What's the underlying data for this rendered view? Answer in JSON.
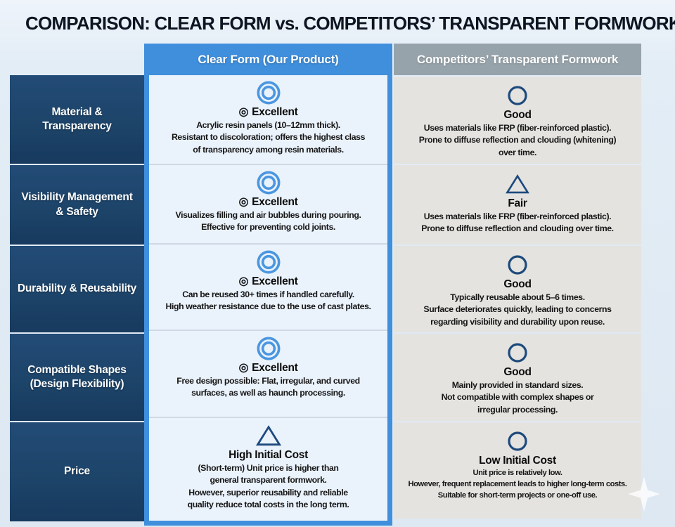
{
  "title": "COMPARISON: CLEAR FORM vs. COMPETITORS’ TRANSPARENT FORMWORK",
  "columns": {
    "clear_form_header": "Clear Form (Our Product)",
    "competitor_header": "Competitors’ Transparent Formwork"
  },
  "colors": {
    "clear_form_accent": "#3f8fdd",
    "competitor_header_bg": "#97a3ab",
    "criteria_bg": "#1d4469",
    "clear_cell_bg": "#eaf2fb",
    "competitor_cell_bg": "#e4e3e0",
    "excellent_icon": "#4a96e0",
    "neutral_icon": "#1d4a7c"
  },
  "icons": {
    "double_circle": "excellent — double circle (◎)",
    "circle": "good — single circle (○)",
    "triangle": "fair / caution — triangle (△)"
  },
  "rows": [
    {
      "criterion": [
        "Material &",
        "Transparency"
      ],
      "clear": {
        "icon": "double-circle",
        "rating_glyph": "◎",
        "rating": "Excellent",
        "desc": [
          "Acrylic resin panels (10–12mm thick).",
          "Resistant to discoloration; offers the highest class",
          "of transparency among resin materials."
        ]
      },
      "competitor": {
        "icon": "circle",
        "rating": "Good",
        "desc": [
          "Uses materials like FRP (fiber-reinforced plastic).",
          "Prone to diffuse reflection and clouding (whitening)",
          "over time."
        ]
      }
    },
    {
      "criterion": [
        "Visibility Management",
        "& Safety"
      ],
      "clear": {
        "icon": "double-circle",
        "rating_glyph": "◎",
        "rating": "Excellent",
        "desc": [
          "Visualizes filling and air bubbles during pouring.",
          "Effective for preventing cold joints."
        ]
      },
      "competitor": {
        "icon": "triangle",
        "rating": "Fair",
        "desc": [
          "Uses materials like FRP (fiber-reinforced plastic).",
          "Prone to diffuse reflection and clouding over time."
        ]
      }
    },
    {
      "criterion": [
        "Durability & Reusability"
      ],
      "clear": {
        "icon": "double-circle",
        "rating_glyph": "◎",
        "rating": "Excellent",
        "desc": [
          "Can be reused 30+ times if handled carefully.",
          "High weather resistance due to the use of cast plates."
        ]
      },
      "competitor": {
        "icon": "circle",
        "rating": "Good",
        "desc": [
          "Typically reusable about 5–6 times.",
          "Surface deteriorates quickly, leading to concerns",
          "regarding visibility and durability upon reuse."
        ]
      }
    },
    {
      "criterion": [
        "Compatible Shapes",
        "(Design Flexibility)"
      ],
      "clear": {
        "icon": "double-circle",
        "rating_glyph": "◎",
        "rating": "Excellent",
        "desc": [
          "Free design possible: Flat, irregular, and curved",
          "surfaces, as well as haunch processing."
        ]
      },
      "competitor": {
        "icon": "circle",
        "rating": "Good",
        "desc": [
          "Mainly provided in standard sizes.",
          "Not compatible with complex shapes or",
          "irregular processing."
        ]
      }
    },
    {
      "criterion": [
        "Price"
      ],
      "clear": {
        "icon": "triangle",
        "rating": "High Initial Cost",
        "desc": [
          "(Short-term) Unit price is higher than",
          "general transparent formwork.",
          "However, superior reusability and reliable",
          "quality reduce total costs in the long term."
        ]
      },
      "competitor": {
        "icon": "circle",
        "rating": "Low Initial Cost",
        "desc": [
          "Unit price is relatively low.",
          "However, frequent replacement leads to higher long-term costs.",
          "Suitable for short-term projects or one-off use."
        ]
      }
    }
  ]
}
